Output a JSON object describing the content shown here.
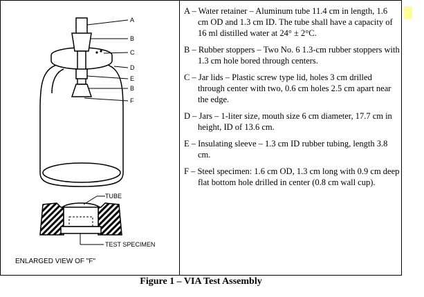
{
  "figure": {
    "callouts": [
      "A",
      "B",
      "C",
      "D",
      "E",
      "B",
      "F"
    ],
    "inset": {
      "tube_label": "TUBE",
      "specimen_label": "TEST SPECIMEN",
      "title": "ENLARGED VIEW OF \"F\""
    }
  },
  "legend": {
    "items": [
      "A – Water retainer – Aluminum tube 11.4 cm in length, 1.6 cm OD and 1.3 cm ID.  The tube shall have a capacity of 16 ml distilled water at 24° ± 2°C.",
      "B – Rubber stoppers – Two No. 6 1.3-cm rubber stoppers with 1.3 cm hole bored through centers.",
      "C – Jar lids – Plastic screw type lid, holes 3 cm drilled through center with two, 0.6 cm holes 2.5 cm apart near the edge.",
      "D – Jars – 1-liter size, mouth size 6 cm diameter, 17.7 cm in height, ID of 13.6 cm.",
      "E – Insulating sleeve – 1.3 cm ID rubber tubing, length 3.8 cm.",
      "F – Steel specimen: 1.6 cm OD, 1.3 cm long with 0.9 cm deep flat bottom hole drilled in center (0.8 cm wall cup)."
    ]
  },
  "caption": "Figure 1 – VIA Test Assembly"
}
